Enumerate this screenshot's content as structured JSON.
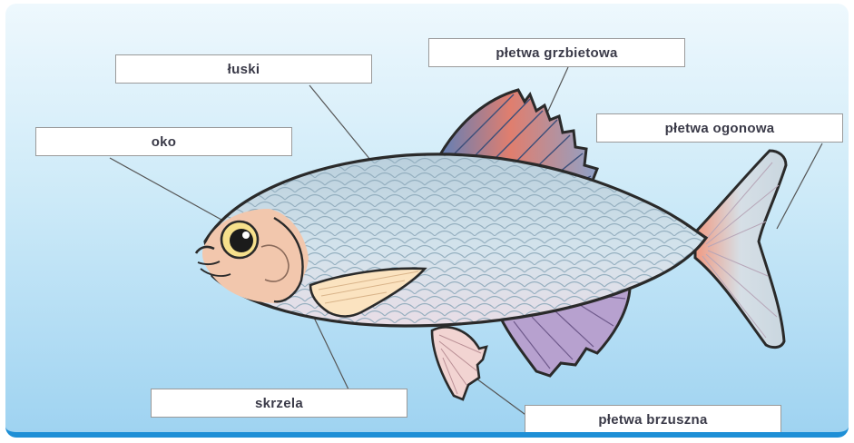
{
  "labels": {
    "luski": "łuski",
    "oko": "oko",
    "pletwa_grzbietowa": "płetwa grzbietowa",
    "pletwa_ogonowa": "płetwa ogonowa",
    "skrzela": "skrzela",
    "pletwa_brzuszna": "płetwa brzuszna"
  },
  "colors": {
    "background_top": "#eef8fd",
    "background_bottom": "#9fd3f1",
    "bottom_border": "#1e8fd6",
    "body": "#c8dce6",
    "dorsal_fin": "#7c8fb8",
    "belly_fin": "#f2d2cf",
    "anal_fin": "#b39ac9",
    "pectoral_fin": "#fbe2bd",
    "head": "#f0c1a5"
  }
}
